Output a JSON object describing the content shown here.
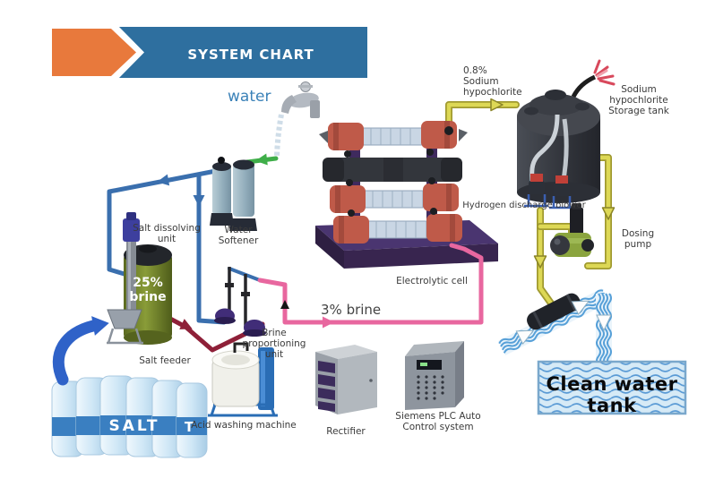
{
  "banner": {
    "title": "SYSTEM CHART"
  },
  "labels": {
    "water": "water",
    "water_softener": "Water\nSoftener",
    "salt_dissolving_unit": "Salt dissolving\nunit",
    "brine_25": "25%\nbrine",
    "salt_feeder": "Salt feeder",
    "salt_bag": "SALT",
    "salt_bag_partial": "T",
    "acid_washing_machine": "Acid washing machine",
    "brine_proportioning_unit": "Brine\nproportioning\nunit",
    "brine_3": "3% brine",
    "electrolytic_cell": "Electrolytic cell",
    "rectifier": "Rectifier",
    "plc_control": "Siemens PLC Auto\nControl system",
    "sodium_hypochlorite_08": "0.8%\nSodium\nhypochlorite",
    "storage_tank": "Sodium\nhypochlorite\nStorage tank",
    "hydrogen_blower": "Hydrogen discharge blower",
    "dosing_pump": "Dosing\npump",
    "clean_water_tank": "Clean water tank"
  },
  "colors": {
    "banner_blue": "#2e6f9f",
    "banner_orange": "#e8793c",
    "pipe_raw_water_blue": "#3a6fae",
    "pipe_soft_water_green": "#3fae49",
    "pipe_brine25_red": "#8e2038",
    "pipe_brine3_pink": "#e8679f",
    "pipe_hypochlorite_yellow": "#ddd855",
    "water_wave_blue": "#5b9bd5",
    "salt_bag_blue": "#3a7fc1",
    "tank_green": "#7a8c2e",
    "storage_tank_dark": "#383b42"
  }
}
